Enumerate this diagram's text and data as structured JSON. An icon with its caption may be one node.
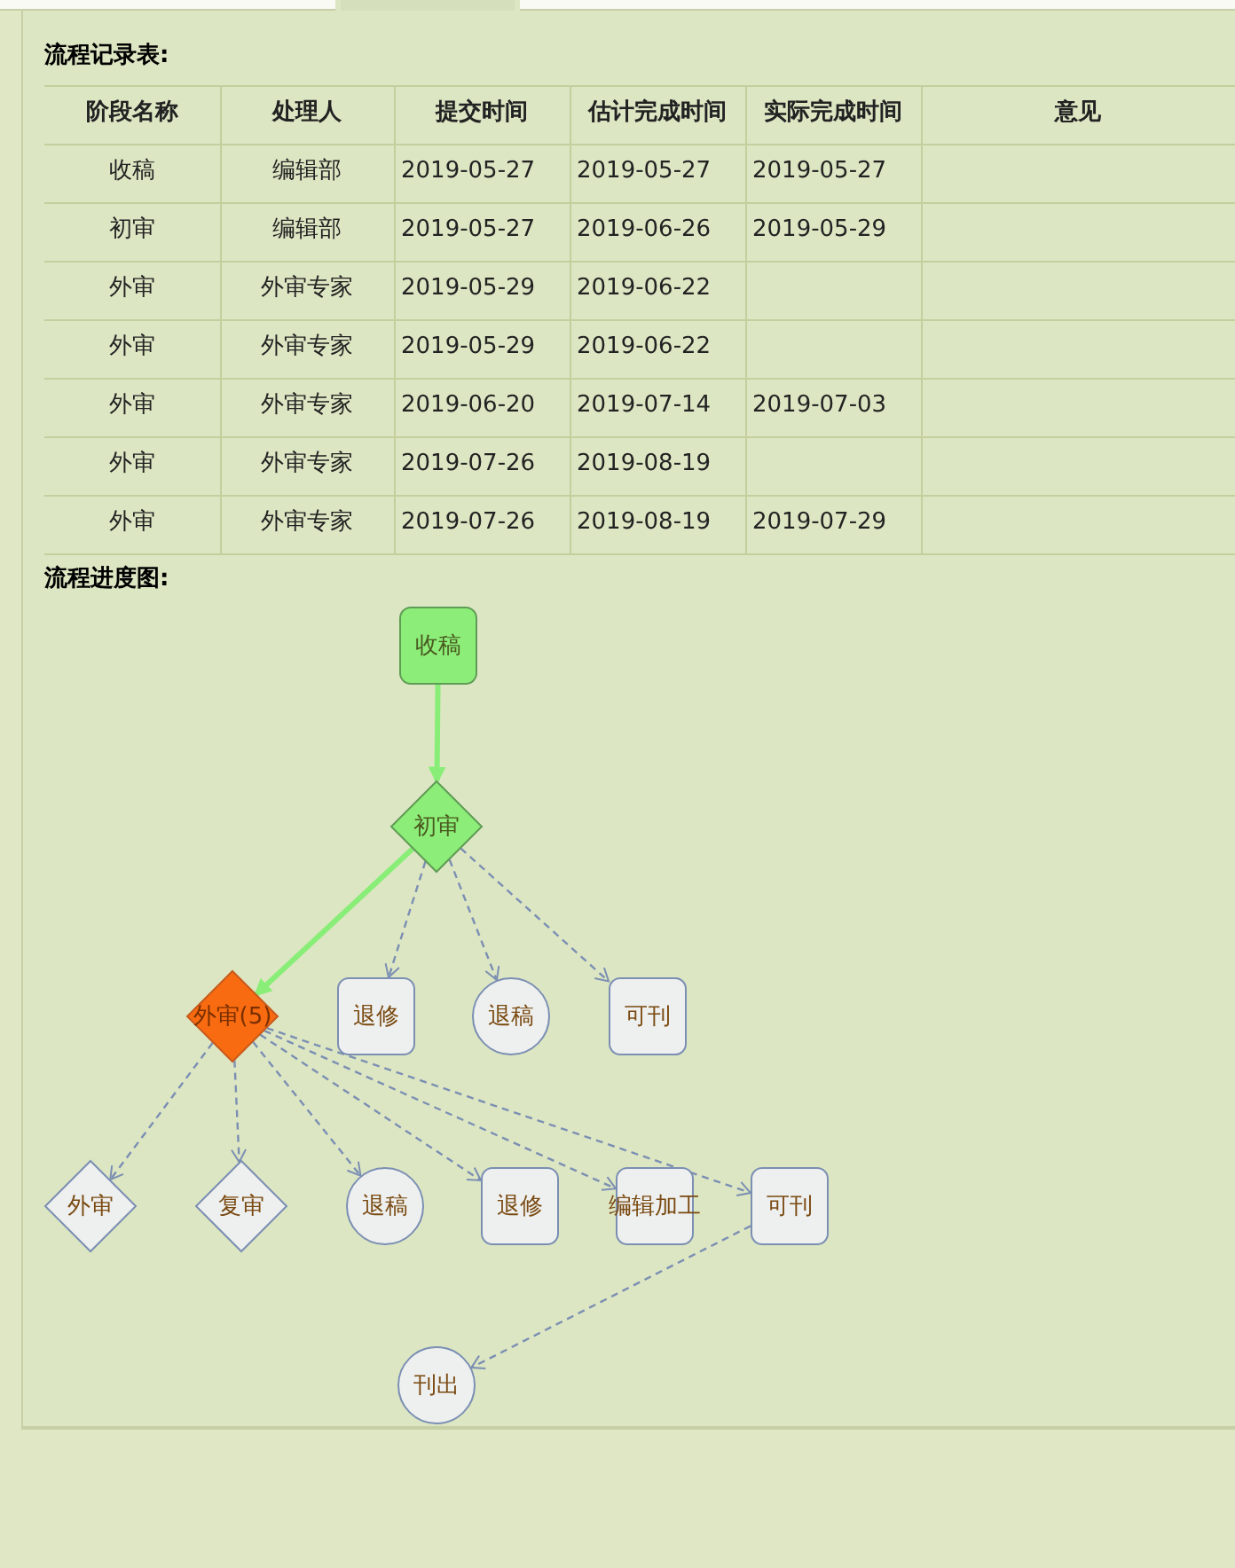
{
  "diagram": {
    "nodes": [
      {
        "text": [
          "收稿"
        ]
      },
      {
        "text": [
          "初审"
        ]
      },
      {
        "text": [
          "外审(5)"
        ]
      },
      {
        "text": [
          "退修"
        ]
      },
      {
        "text": [
          "退稿"
        ]
      },
      {
        "text": [
          "可刊"
        ]
      },
      {
        "text": [
          "外审"
        ]
      },
      {
        "text": [
          "复审"
        ]
      },
      {
        "text": [
          "退稿"
        ]
      },
      {
        "text": [
          "退修"
        ]
      },
      {
        "text": [
          "编辑加工"
        ]
      },
      {
        "text": [
          "可刊"
        ]
      },
      {
        "text": [
          "刊出"
        ]
      }
    ],
    "edges": [
      {
        "from": 0,
        "to": 1,
        "arrow": "to",
        "style": "thick",
        "color": "#88ee77"
      },
      {
        "from": 1,
        "to": 2,
        "arrow": "to",
        "style": "thick",
        "color": "#88ee77"
      },
      {
        "from": 1,
        "to": 3,
        "arrow": "to",
        "style": "dashed"
      },
      {
        "from": 1,
        "to": 4,
        "arrow": "to",
        "style": "dashed"
      },
      {
        "from": 1,
        "to": 5,
        "arrow": "to",
        "style": "dashed"
      },
      {
        "from": 2,
        "to": 6,
        "arrow": "to",
        "style": "dashed"
      },
      {
        "from": 2,
        "to": 7,
        "arrow": "to",
        "style": "dashed"
      },
      {
        "from": 2,
        "to": 8,
        "arrow": "to",
        "style": "dashed"
      },
      {
        "from": 2,
        "to": 9,
        "arrow": "to",
        "style": "dashed"
      },
      {
        "from": 2,
        "to": 10,
        "arrow": "to",
        "style": "dashed"
      },
      {
        "from": 2,
        "to": 11,
        "arrow": "to",
        "style": "dashed"
      },
      {
        "from": 11,
        "to": 12,
        "arrow": "to",
        "style": "dashed"
      }
    ],
    "labels": [
      "流程记录表:",
      "阶段名称",
      "处理人",
      "提交时间",
      "估计完成时间",
      "实际完成时间",
      "意见",
      "收稿",
      "编辑部",
      "2019-05-27",
      "2019-05-27",
      "2019-05-27",
      "初审",
      "编辑部",
      "2019-05-27",
      "2019-06-26",
      "2019-05-29",
      "外审",
      "外审专家",
      "2019-05-29",
      "2019-06-22",
      "外审",
      "外审专家",
      "2019-05-29",
      "2019-06-22",
      "外审",
      "外审专家",
      "2019-06-20",
      "2019-07-14",
      "2019-07-03",
      "外审",
      "外审专家",
      "2019-07-26",
      "2019-08-19",
      "外审",
      "外审专家",
      "2019-07-26",
      "2019-08-19",
      "2019-07-29",
      "流程进度图:"
    ]
  }
}
